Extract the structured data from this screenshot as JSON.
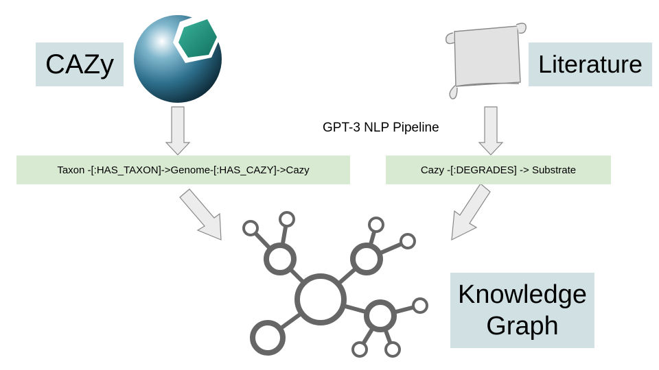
{
  "sources": {
    "cazy": {
      "label": "CAZy",
      "icon": "cazy-logo-icon"
    },
    "literature": {
      "label": "Literature",
      "icon": "scroll-icon"
    }
  },
  "relations": {
    "left": "Taxon -[:HAS_TAXON]->Genome-[:HAS_CAZY]->Cazy",
    "right": "Cazy -[:DEGRADES] -> Substrate"
  },
  "pipeline_label": "GPT-3 NLP Pipeline",
  "target": {
    "line1": "Knowledge",
    "line2": "Graph",
    "icon": "knowledge-graph-network-icon"
  },
  "colors": {
    "label_bg": "#d0e0e3",
    "relation_bg": "#d9ead3",
    "graph_stroke": "#666666",
    "logo_teal": "#1f8f7c"
  }
}
